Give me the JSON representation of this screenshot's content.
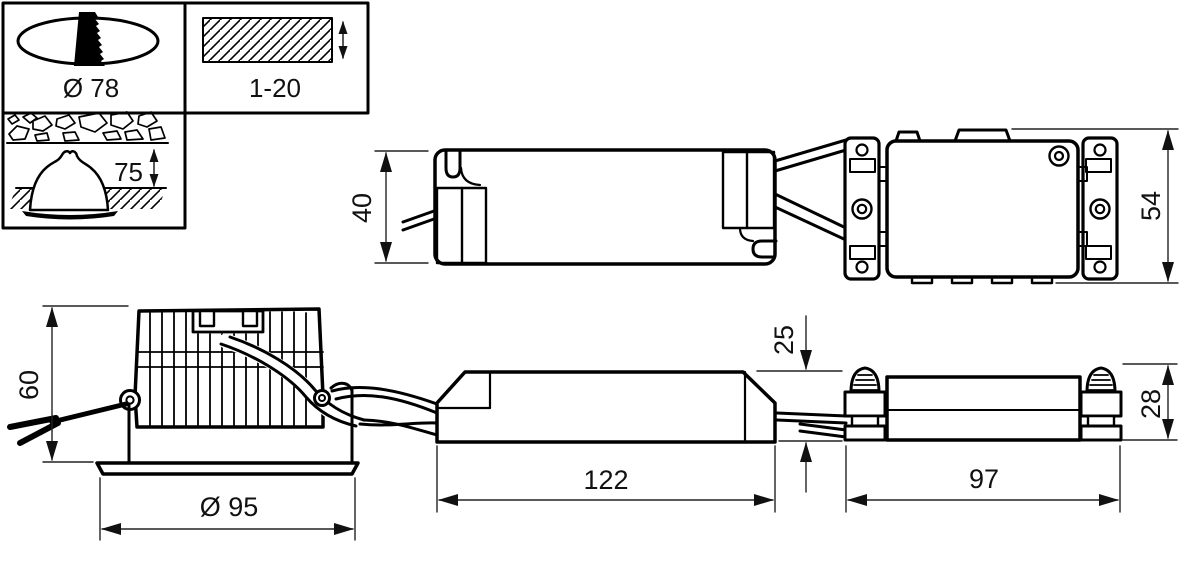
{
  "figures": {
    "cutout": {
      "dimension": "Ø 78"
    },
    "ceiling_thickness": {
      "dimension": "1-20"
    },
    "insulation_clearance": {
      "dimension": "75"
    },
    "driver_top_view": {
      "width": "40"
    },
    "connection_box_top_view": {
      "height": "54"
    },
    "downlight_side_view": {
      "height": "60",
      "flange_diameter": "Ø 95"
    },
    "driver_side_view": {
      "length": "122",
      "height": "25"
    },
    "connection_box_side_view": {
      "length": "97",
      "height": "28"
    }
  },
  "colors": {
    "line": "#000000",
    "dimension_line": "#222222",
    "background": "#ffffff"
  }
}
